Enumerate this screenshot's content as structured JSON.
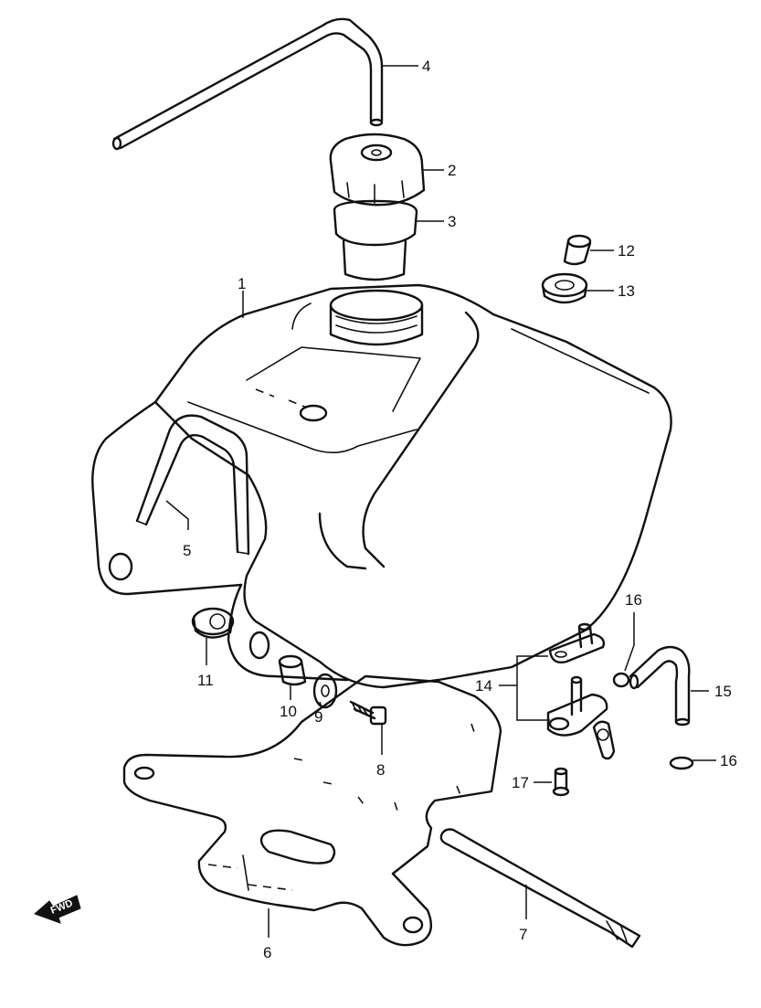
{
  "callouts": {
    "c1": "1",
    "c2": "2",
    "c3": "3",
    "c4": "4",
    "c5": "5",
    "c6": "6",
    "c7": "7",
    "c8": "8",
    "c9": "9",
    "c10": "10",
    "c11": "11",
    "c12": "12",
    "c13": "13",
    "c14": "14",
    "c15": "15",
    "c16a": "16",
    "c16b": "16",
    "c17": "17"
  },
  "fwd_label": "FWD"
}
